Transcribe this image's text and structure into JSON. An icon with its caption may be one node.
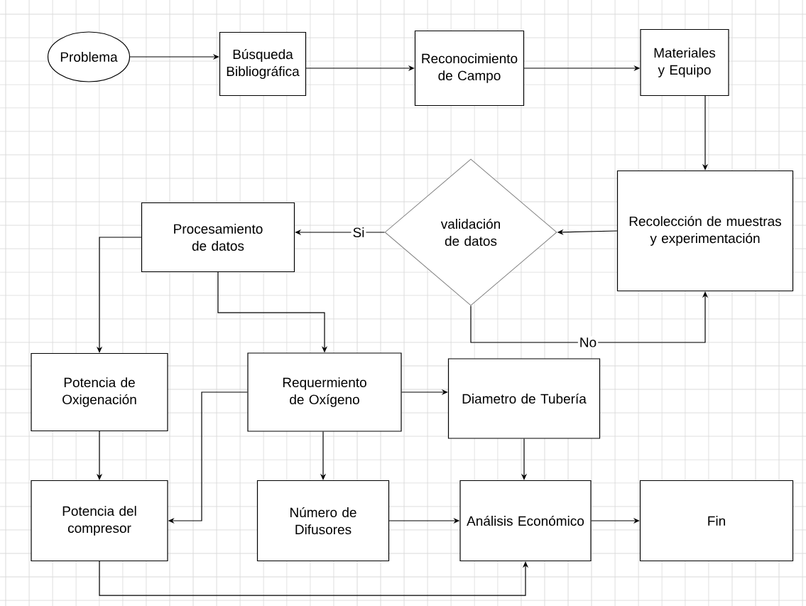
{
  "diagram": {
    "nodes": [
      {
        "text": [
          "Problema"
        ]
      },
      {
        "text": [
          "Búsqueda Bibliográfica"
        ]
      },
      {
        "text": [
          "Reconocimiento de Campo"
        ]
      },
      {
        "text": [
          "Materiales y Equipo"
        ]
      },
      {
        "text": [
          "Recolección de muestras y experimentación"
        ]
      },
      {
        "text": [
          "validación de datos"
        ]
      },
      {
        "text": [
          "Procesamiento de datos"
        ]
      },
      {
        "text": [
          "Potencia de Oxigenación"
        ]
      },
      {
        "text": [
          "Requermiento de Oxígeno"
        ]
      },
      {
        "text": [
          "Diametro de Tubería"
        ]
      },
      {
        "text": [
          "Potencia del compresor"
        ]
      },
      {
        "text": [
          "Número de Difusores"
        ]
      },
      {
        "text": [
          "Análisis Económico"
        ]
      },
      {
        "text": [
          "Fin"
        ]
      }
    ],
    "edges": [
      {
        "from": 0,
        "to": 1,
        "arrow": "to"
      },
      {
        "from": 1,
        "to": 2,
        "arrow": "to"
      },
      {
        "from": 2,
        "to": 3,
        "arrow": "to"
      },
      {
        "from": 3,
        "to": 4,
        "arrow": "to"
      },
      {
        "from": 4,
        "to": 5,
        "arrow": "to"
      },
      {
        "from": 5,
        "to": 6,
        "arrow": "to",
        "label": "Si"
      },
      {
        "from": 5,
        "to": 4,
        "arrow": "to",
        "label": "No"
      },
      {
        "from": 6,
        "to": 7,
        "arrow": "to"
      },
      {
        "from": 6,
        "to": 8,
        "arrow": "to"
      },
      {
        "from": 8,
        "to": 9,
        "arrow": "to"
      },
      {
        "from": 8,
        "to": 10,
        "arrow": "to"
      },
      {
        "from": 8,
        "to": 11,
        "arrow": "to"
      },
      {
        "from": 9,
        "to": 12,
        "arrow": "to"
      },
      {
        "from": 7,
        "to": 10,
        "arrow": "to"
      },
      {
        "from": 11,
        "to": 12,
        "arrow": "to"
      },
      {
        "from": 12,
        "to": 13,
        "arrow": "to"
      },
      {
        "from": 10,
        "to": 12,
        "arrow": "to"
      }
    ]
  }
}
